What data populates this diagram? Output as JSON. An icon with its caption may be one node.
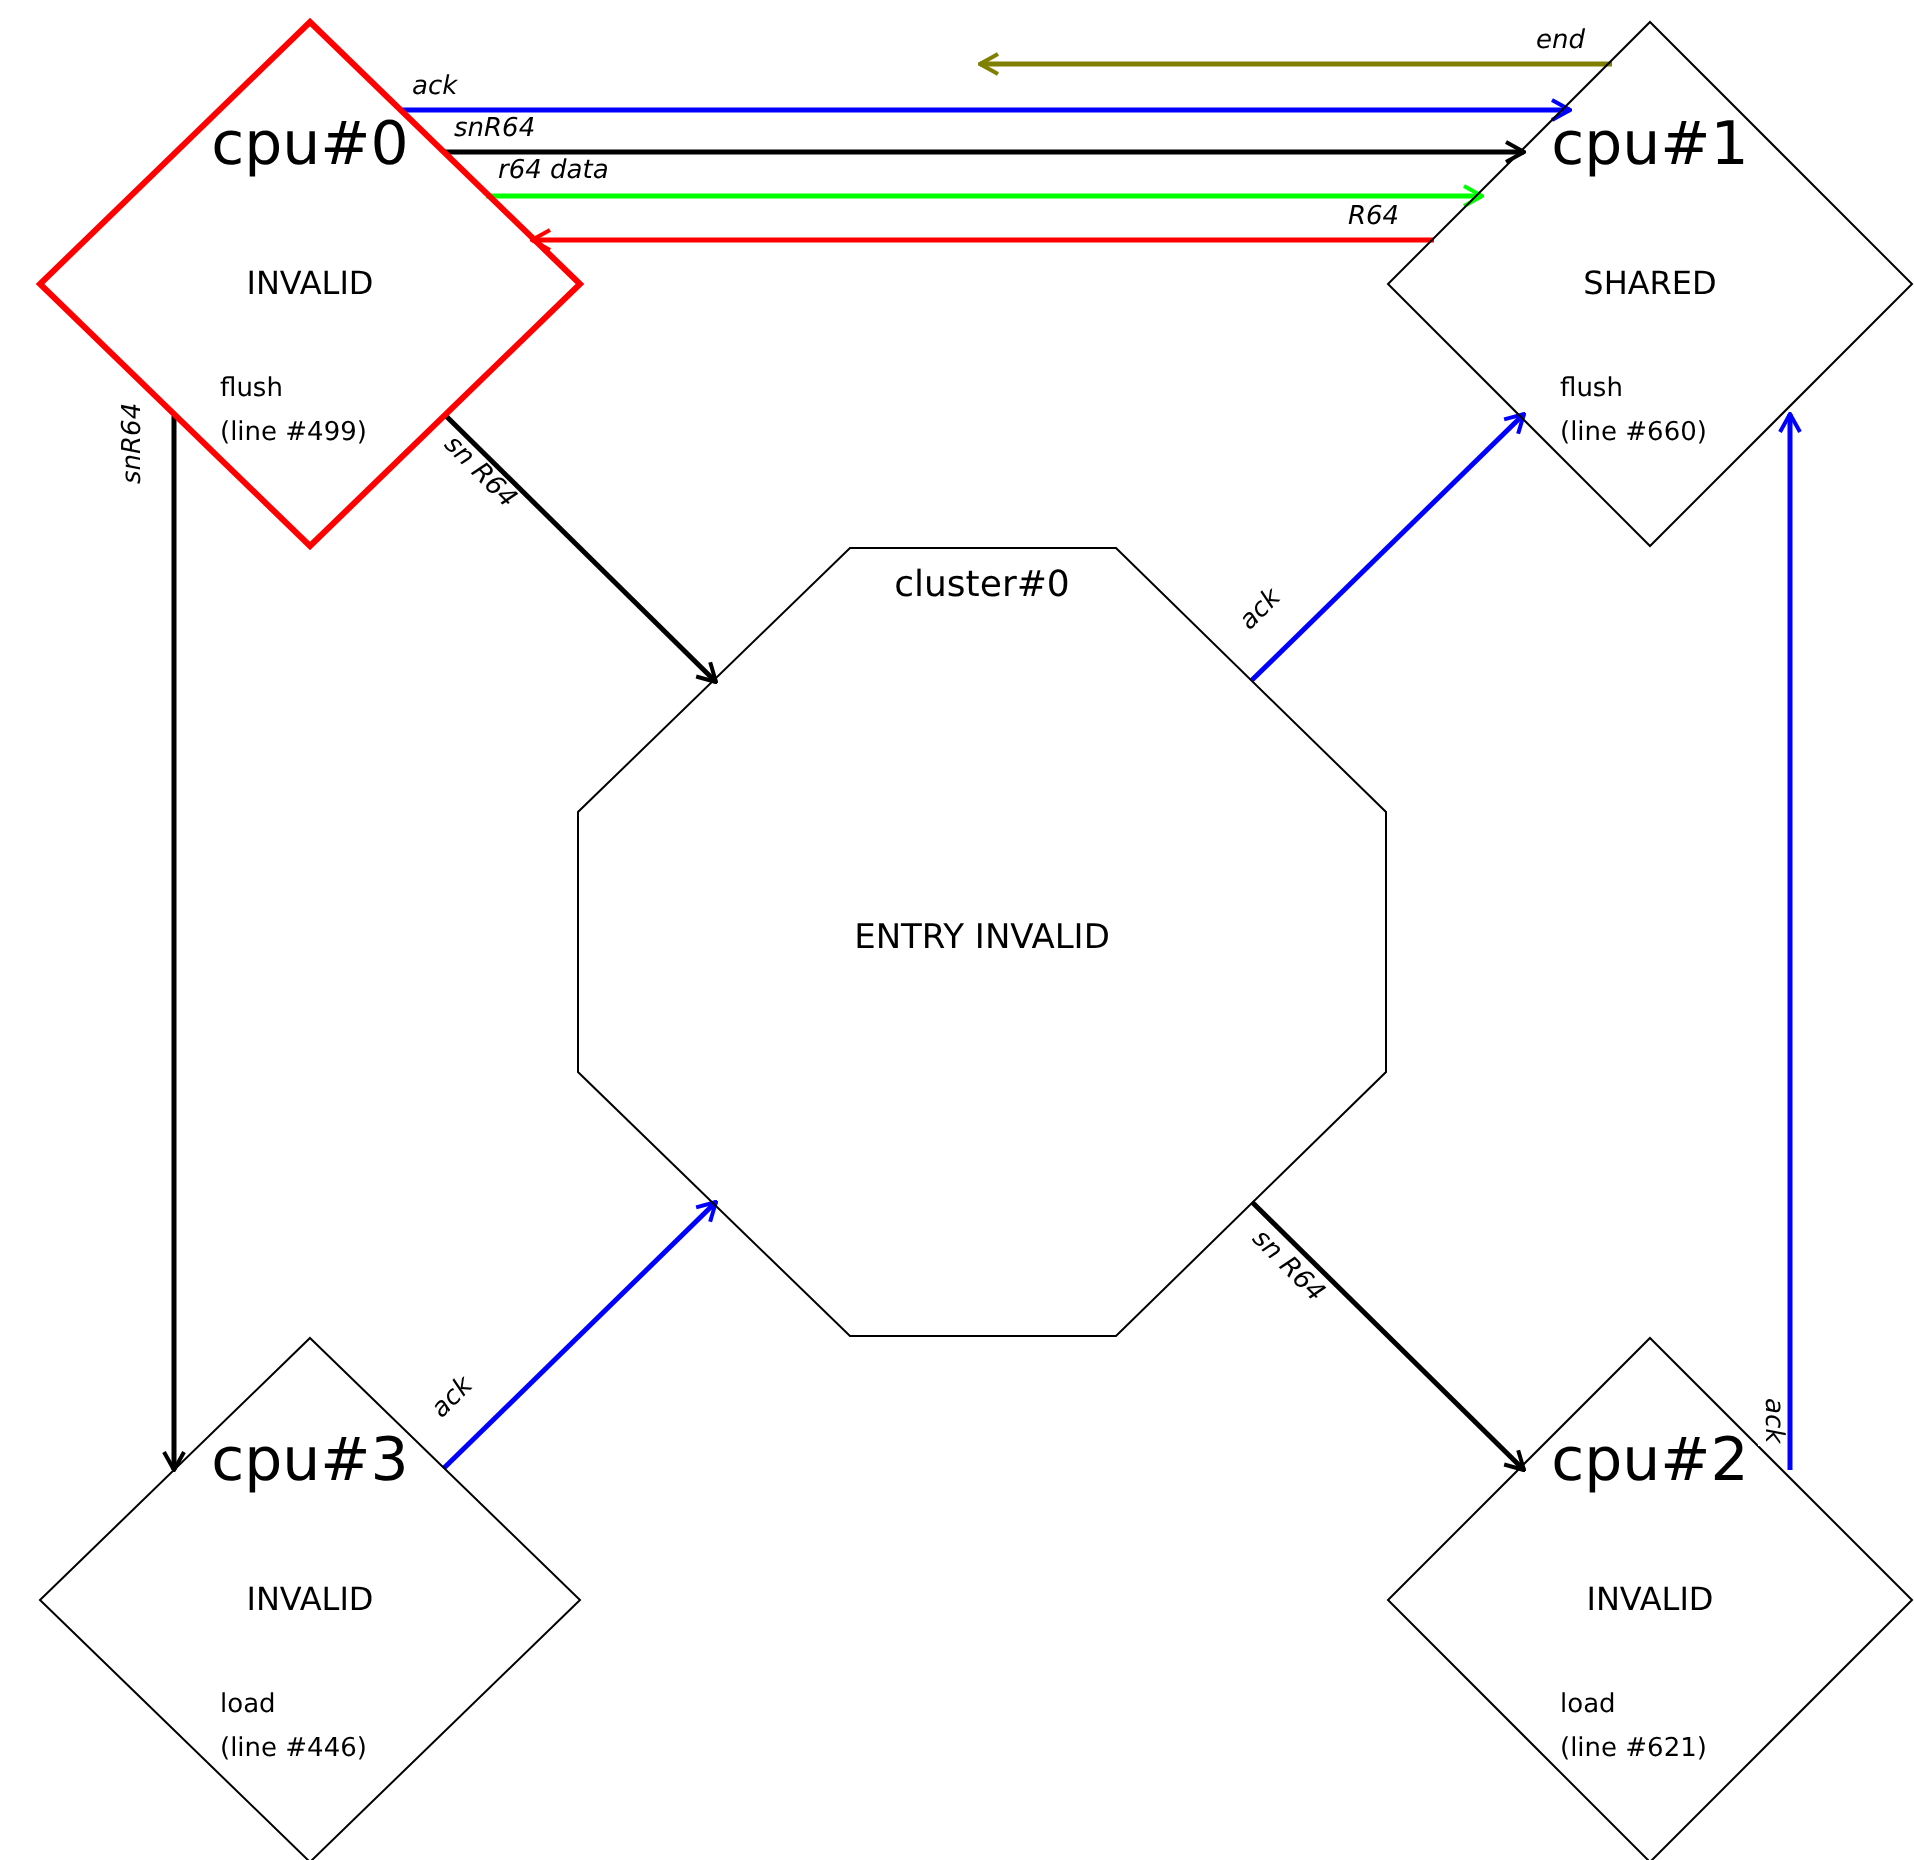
{
  "diagram": {
    "nodes": [
      {
        "text": [
          "cpu#0",
          "INVALID",
          "flush (line #499)"
        ]
      },
      {
        "text": [
          "cpu#1",
          "SHARED",
          "flush (line #660)"
        ]
      },
      {
        "text": [
          "cluster#0",
          "ENTRY INVALID"
        ]
      },
      {
        "text": [
          "cpu#3",
          "INVALID",
          "load (line #446)"
        ]
      },
      {
        "text": [
          "cpu#2",
          "INVALID",
          "load (line #621)"
        ]
      }
    ],
    "edges": [
      {
        "from": 1,
        "to": null,
        "arrow": "to",
        "label": "end",
        "color": "#808000"
      },
      {
        "from": 0,
        "to": 1,
        "arrow": "to",
        "label": "ack",
        "color": "#0000ff"
      },
      {
        "from": 0,
        "to": 1,
        "arrow": "to",
        "label": "snR64",
        "color": "#000000"
      },
      {
        "from": 0,
        "to": 1,
        "arrow": "to",
        "label": "r64 data",
        "color": "#00ff00"
      },
      {
        "from": 1,
        "to": 0,
        "arrow": "to",
        "label": "R64",
        "color": "#ff0000"
      },
      {
        "from": 0,
        "to": 3,
        "arrow": "to",
        "label": "snR64",
        "color": "#000000"
      },
      {
        "from": 0,
        "to": 2,
        "arrow": "to",
        "label": "sn R64",
        "color": "#000000"
      },
      {
        "from": 2,
        "to": 1,
        "arrow": "to",
        "label": "ack",
        "color": "#0000ff"
      },
      {
        "from": 3,
        "to": 2,
        "arrow": "to",
        "label": "ack",
        "color": "#0000ff"
      },
      {
        "from": 2,
        "to": 4,
        "arrow": "to",
        "label": "sn R64",
        "color": "#000000"
      },
      {
        "from": 4,
        "to": 1,
        "arrow": "to",
        "label": "ack",
        "color": "#0000ff"
      }
    ]
  }
}
